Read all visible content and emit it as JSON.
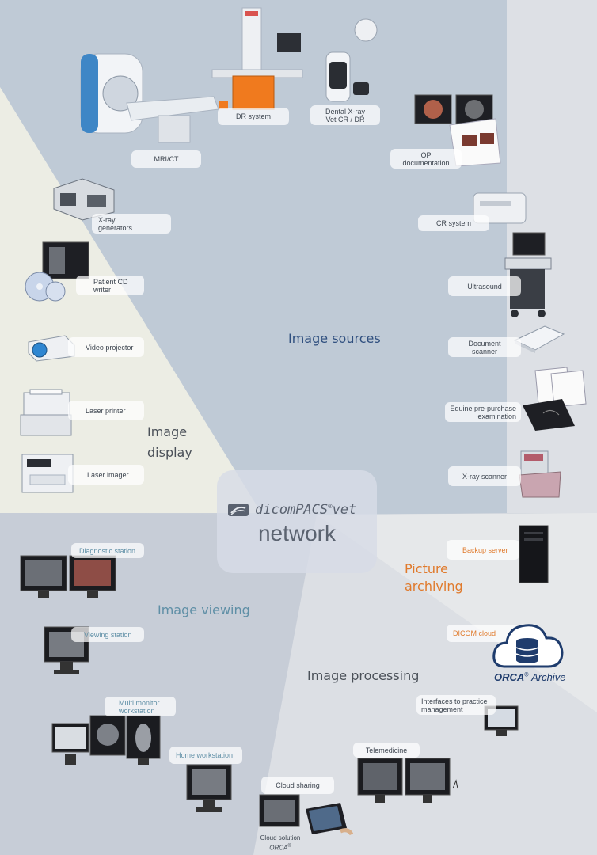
{
  "sections": {
    "image_sources": "Image sources",
    "image_display_1": "Image",
    "image_display_2": "display",
    "image_viewing": "Image viewing",
    "picture_archiving_1": "Picture",
    "picture_archiving_2": "archiving",
    "image_processing": "Image processing"
  },
  "hub": {
    "brand_dicom": "dicom",
    "brand_pacs": "PACS",
    "brand_reg": "®",
    "brand_vet": "vet",
    "word": "network"
  },
  "labels": {
    "mri": "MRI/CT",
    "dr": "DR system",
    "dental_1": "Dental X-ray",
    "dental_2": "Vet CR / DR",
    "op_1": "OP",
    "op_2": "documentation",
    "xray_gen_1": "X-ray",
    "xray_gen_2": "generators",
    "cr": "CR system",
    "cd_1": "Patient CD",
    "cd_2": "writer",
    "ultrasound": "Ultrasound",
    "projector": "Video projector",
    "doc_1": "Document",
    "doc_2": "scanner",
    "laser_printer": "Laser printer",
    "equine_1": "Equine pre-purchase",
    "equine_2": "examination",
    "laser_imager": "Laser imager",
    "xray_scanner": "X-ray scanner",
    "diagnostic": "Diagnostic station",
    "backup": "Backup server",
    "viewing": "Viewing station",
    "dicom_cloud": "DICOM cloud",
    "orca_brand": "ORCA",
    "orca_reg": "®",
    "orca_archive": "Archive",
    "interfaces_1": "Interfaces to practice",
    "interfaces_2": "management",
    "multi_1": "Multi monitor",
    "multi_2": "workstation",
    "telemedicine": "Telemedicine",
    "home": "Home workstation",
    "cloud_sharing": "Cloud sharing",
    "cloud_solution": "Cloud solution",
    "cloud_orca": "ORCA",
    "cloud_orca_reg": "®"
  },
  "colors": {
    "sources_bg": "#bfcad6",
    "display_bg": "#ecede4",
    "viewing_bg": "#c7cdd7",
    "processing_bg": "#dcdfe4",
    "archiving_bg": "#e6e8ea",
    "section_blue": "#2f4f7f",
    "section_viewing": "#5f8fa6",
    "section_orange": "#e07a2c",
    "orca_blue": "#1f3c6d"
  }
}
